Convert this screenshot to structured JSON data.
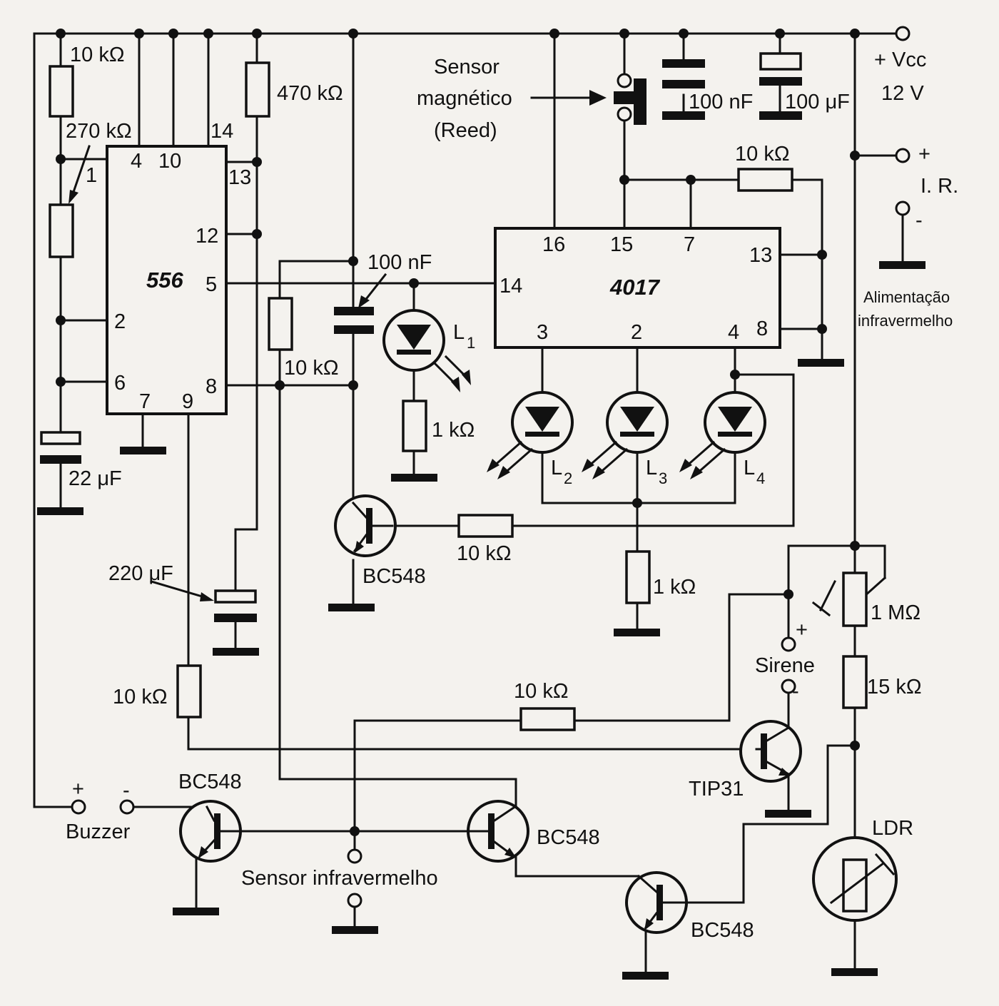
{
  "ic556": {
    "name": "556",
    "pins": {
      "p1": "1",
      "p2": "2",
      "p4": "4",
      "p5": "5",
      "p6": "6",
      "p7": "7",
      "p8": "8",
      "p9": "9",
      "p10": "10",
      "p12": "12",
      "p13": "13",
      "p14": "14"
    }
  },
  "ic4017": {
    "name": "4017",
    "pins": {
      "p16": "16",
      "p15": "15",
      "p7": "7",
      "p13": "13",
      "p14": "14",
      "p3": "3",
      "p2": "2",
      "p4": "4",
      "p8": "8"
    }
  },
  "resistors": {
    "r1": "10 kΩ",
    "r2": "270 kΩ",
    "r3": "470 kΩ",
    "r4": "10 kΩ",
    "r5": "1 kΩ",
    "r6": "10 kΩ",
    "r7": "1 kΩ",
    "r8": "10 kΩ",
    "r9": "10 kΩ",
    "r10": "10 kΩ",
    "r11": "1 MΩ",
    "r12": "15 kΩ"
  },
  "capacitors": {
    "c1": "22 μF",
    "c2": "220 μF",
    "c3": "100 nF",
    "c4": "100 nF",
    "c5": "100 μF"
  },
  "leds": {
    "l1": "L",
    "l1_sub": "1",
    "l2": "L",
    "l2_sub": "2",
    "l3": "L",
    "l3_sub": "3",
    "l4": "L",
    "l4_sub": "4"
  },
  "transistors": {
    "q1": "BC548",
    "q2": "BC548",
    "q3": "BC548",
    "q4": "BC548",
    "q5": "TIP31"
  },
  "labels": {
    "sensor_mag_1": "Sensor",
    "sensor_mag_2": "magnético",
    "sensor_mag_3": "(Reed)",
    "vcc": "+ Vcc",
    "vcc_value": "12 V",
    "ir_plus": "+",
    "ir_label": "I. R.",
    "ir_minus": "-",
    "ir_supply_1": "Alimentação",
    "ir_supply_2": "infravermelho",
    "buzzer": "Buzzer",
    "buzzer_plus": "+",
    "buzzer_minus": "-",
    "siren": "Sirene",
    "siren_plus": "+",
    "siren_minus": "-",
    "ir_sensor": "Sensor infravermelho",
    "ldr": "LDR"
  }
}
